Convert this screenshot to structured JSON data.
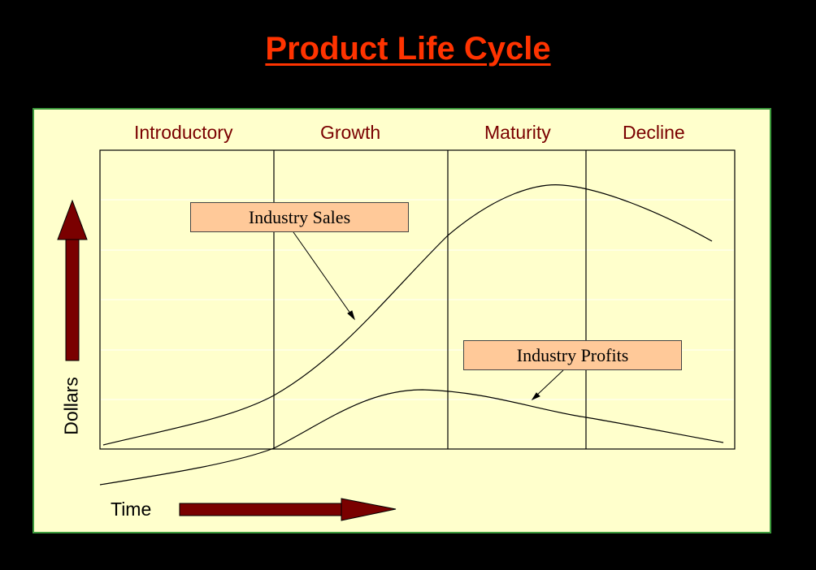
{
  "title": "Product Life Cycle",
  "stages": [
    "Introductory",
    "Growth",
    "Maturity",
    "Decline"
  ],
  "annotations": {
    "sales": "Industry Sales",
    "profits": "Industry Profits"
  },
  "axes": {
    "y": "Dollars",
    "x": "Time"
  },
  "colors": {
    "background": "#000000",
    "title": "#ff3300",
    "panel": "#ffffcc",
    "panel_border": "#3c9a3c",
    "stage_text": "#7a0000",
    "arrow": "#7a0000",
    "label_box": "#ffc999"
  }
}
